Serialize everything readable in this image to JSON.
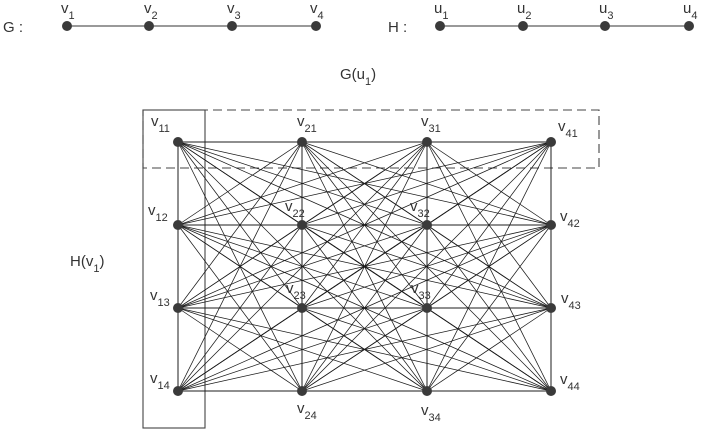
{
  "colors": {
    "ink": "#333333",
    "node": "#3a3a3a",
    "dash": "#444444"
  },
  "path_g": {
    "title": "G :",
    "nodes": [
      {
        "base": "v",
        "sub": "1"
      },
      {
        "base": "v",
        "sub": "2"
      },
      {
        "base": "v",
        "sub": "3"
      },
      {
        "base": "v",
        "sub": "4"
      }
    ]
  },
  "path_h": {
    "title": "H :",
    "nodes": [
      {
        "base": "u",
        "sub": "1"
      },
      {
        "base": "u",
        "sub": "2"
      },
      {
        "base": "u",
        "sub": "3"
      },
      {
        "base": "u",
        "sub": "4"
      }
    ]
  },
  "product": {
    "row_group_label": {
      "base": "G(u",
      "sub": "1",
      "close": ")"
    },
    "col_group_label": {
      "base": "H(v",
      "sub": "1",
      "close": ")"
    },
    "node_base": "v",
    "node_subs": [
      [
        "11",
        "21",
        "31",
        "41"
      ],
      [
        "12",
        "22",
        "32",
        "42"
      ],
      [
        "13",
        "23",
        "33",
        "43"
      ],
      [
        "14",
        "24",
        "34",
        "44"
      ]
    ]
  }
}
